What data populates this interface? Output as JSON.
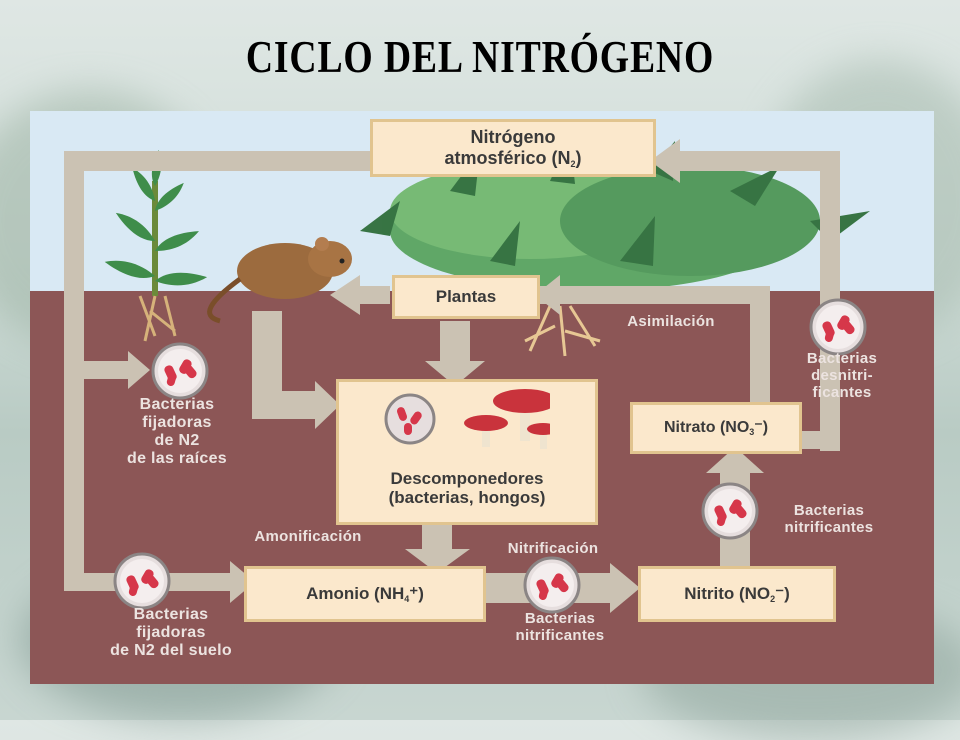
{
  "title": "CICLO DEL NITRÓGENO",
  "nodes": {
    "atmospheric": {
      "line1": "Nitrógeno",
      "line2_pre": "atmosférico (N",
      "line2_sub": "2",
      "line2_post": ")"
    },
    "plants": "Plantas",
    "decomposers": {
      "line1": "Descomponedores",
      "line2": "(bacterias, hongos)"
    },
    "ammonium": {
      "pre": "Amonio (NH",
      "sub": "4",
      "post": "⁺)"
    },
    "nitrite": {
      "pre": "Nitrito (NO",
      "sub": "2",
      "post": "⁻)"
    },
    "nitrate": {
      "pre": "Nitrato (NO",
      "sub": "3",
      "post": "⁻)"
    }
  },
  "labels": {
    "assimilation": "Asimilación",
    "ammonification": "Amonificación",
    "nitrification": "Nitrificación",
    "root_fixers": [
      "Bacterias",
      "fijadoras",
      "de N2",
      "de las raíces"
    ],
    "soil_fixers": [
      "Bacterias",
      "fijadoras",
      "de N2 del suelo"
    ],
    "nitrifying_bottom": [
      "Bacterias",
      "nitrificantes"
    ],
    "nitrifying_right": [
      "Bacterias",
      "nitrificantes"
    ],
    "denitrifying": [
      "Bacterias",
      "desnitri-",
      "ficantes"
    ]
  },
  "colors": {
    "sky": "#d9e9f4",
    "soil": "#8c5656",
    "box_fill": "#fbe8cc",
    "box_border": "#e1c48f",
    "arrow": "#cbc2b3",
    "bacteria": "#d6374a",
    "leaf": "#3f8d4a"
  }
}
